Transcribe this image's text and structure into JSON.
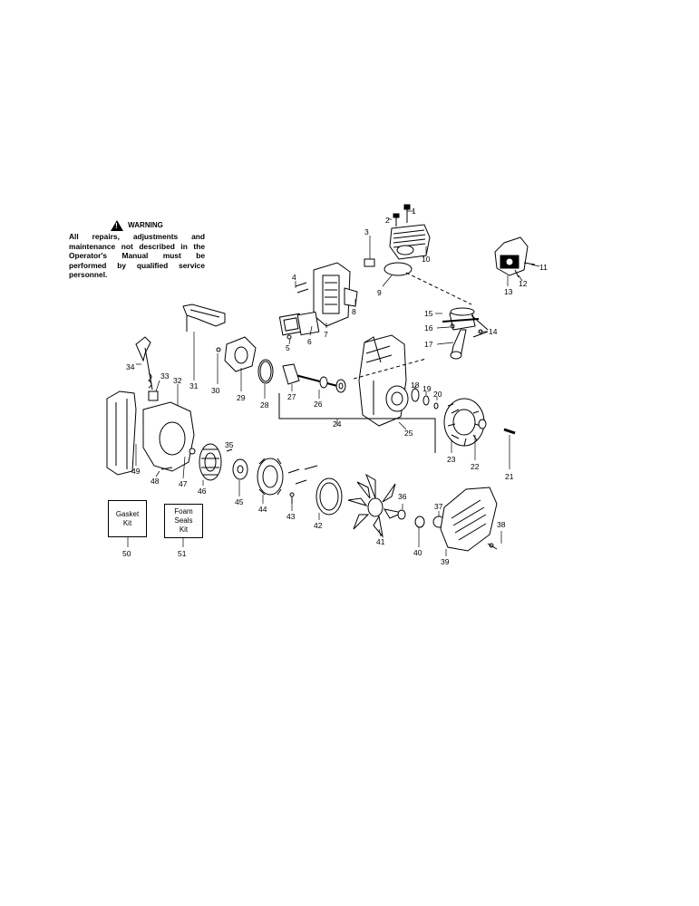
{
  "warning": {
    "heading": "WARNING",
    "symbol": "!",
    "text": "All repairs, adjustments and maintenance not described in the Operator's Manual must be performed by qualified service personnel."
  },
  "kits": [
    {
      "label_line1": "Gasket",
      "label_line2": "Kit",
      "label_line3": "",
      "number": "50"
    },
    {
      "label_line1": "Foam",
      "label_line2": "Seals",
      "label_line3": "Kit",
      "number": "51"
    }
  ],
  "part_labels": [
    "1",
    "2",
    "3",
    "4",
    "5",
    "6",
    "7",
    "8",
    "9",
    "10",
    "11",
    "12",
    "13",
    "14",
    "15",
    "16",
    "17",
    "18",
    "19",
    "20",
    "21",
    "22",
    "23",
    "24",
    "25",
    "26",
    "27",
    "28",
    "29",
    "30",
    "31",
    "32",
    "33",
    "34",
    "35",
    "36",
    "37",
    "38",
    "39",
    "40",
    "41",
    "42",
    "43",
    "44",
    "45",
    "46",
    "47",
    "48",
    "49"
  ]
}
